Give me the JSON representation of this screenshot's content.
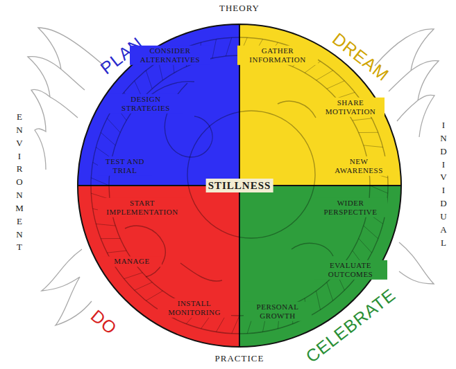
{
  "diagram": {
    "nodes": [
      {
        "text": [
          "STILLNESS"
        ]
      },
      {
        "text": [
          "PLAN",
          "CONSIDER ALTERNATIVES",
          "DESIGN STRATEGIES",
          "TEST AND TRIAL"
        ],
        "in": 0
      },
      {
        "text": [
          "DREAM",
          "GATHER INFORMATION",
          "SHARE MOTIVATION",
          "NEW AWARENESS"
        ],
        "in": 0
      },
      {
        "text": [
          "DO",
          "START IMPLEMENTATION",
          "MANAGE",
          "INSTALL MONITORING"
        ],
        "in": 0
      },
      {
        "text": [
          "CELEBRATE",
          "WIDER PERSPECTIVE",
          "EVALUATE OUTCOMES",
          "PERSONAL GROWTH"
        ],
        "in": 0
      }
    ],
    "labels": [
      "THEORY",
      "ENVIRONMENT",
      "INDIVIDUAL",
      "PRACTICE"
    ]
  }
}
